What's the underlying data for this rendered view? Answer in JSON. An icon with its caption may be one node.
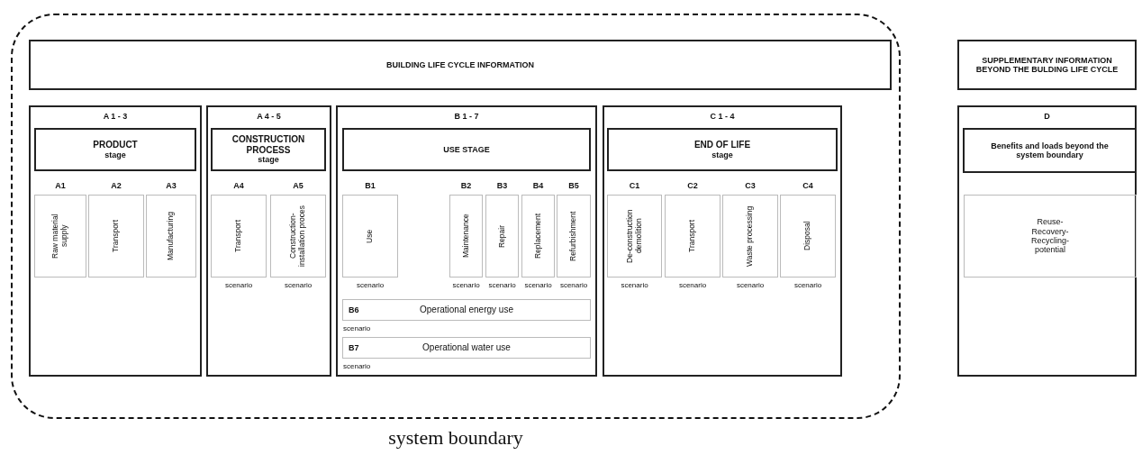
{
  "diagram": {
    "nodes": [
      {
        "text": [
          "system boundary"
        ]
      },
      {
        "text": [
          "BUILDING LIFE CYCLE INFORMATION"
        ],
        "in": 0
      },
      {
        "text": [
          "A 1 - 3"
        ],
        "in": 0
      },
      {
        "text": [
          "PRODUCT",
          "stage"
        ],
        "in": 2
      },
      {
        "text": [
          "A1",
          "Raw material supply"
        ],
        "in": 2
      },
      {
        "text": [
          "A2",
          "Transport"
        ],
        "in": 2
      },
      {
        "text": [
          "A3",
          "Manufacturing"
        ],
        "in": 2
      },
      {
        "text": [
          "A 4 - 5"
        ],
        "in": 0
      },
      {
        "text": [
          "CONSTRUCTION PROCESS",
          "stage"
        ],
        "in": 7
      },
      {
        "text": [
          "A4",
          "Transport"
        ],
        "beside": [
          "scenario"
        ],
        "in": 7
      },
      {
        "text": [
          "A5",
          "Construction- installation proces"
        ],
        "beside": [
          "scenario"
        ],
        "in": 7
      },
      {
        "text": [
          "B 1 - 7"
        ],
        "in": 0
      },
      {
        "text": [
          "USE STAGE"
        ],
        "in": 11
      },
      {
        "text": [
          "B1",
          "Use"
        ],
        "beside": [
          "scenario"
        ],
        "in": 11
      },
      {
        "text": [
          "B2",
          "Maintenance"
        ],
        "beside": [
          "scenario"
        ],
        "in": 11
      },
      {
        "text": [
          "B3",
          "Repair"
        ],
        "beside": [
          "scenario"
        ],
        "in": 11
      },
      {
        "text": [
          "B4",
          "Replacement"
        ],
        "beside": [
          "scenario"
        ],
        "in": 11
      },
      {
        "text": [
          "B5",
          "Refurbishment"
        ],
        "beside": [
          "scenario"
        ],
        "in": 11
      },
      {
        "text": [
          "B6",
          "Operational energy use"
        ],
        "beside": [
          "scenario"
        ],
        "in": 11
      },
      {
        "text": [
          "B7",
          "Operational water use"
        ],
        "beside": [
          "scenario"
        ],
        "in": 11
      },
      {
        "text": [
          "C 1 - 4"
        ],
        "in": 0
      },
      {
        "text": [
          "END OF LIFE",
          "stage"
        ],
        "in": 20
      },
      {
        "text": [
          "C1",
          "De-construction demolition"
        ],
        "beside": [
          "scenario"
        ],
        "in": 20
      },
      {
        "text": [
          "C2",
          "Transport"
        ],
        "beside": [
          "scenario"
        ],
        "in": 20
      },
      {
        "text": [
          "C3",
          "Waste processing"
        ],
        "beside": [
          "scenario"
        ],
        "in": 20
      },
      {
        "text": [
          "C4",
          "Disposal"
        ],
        "beside": [
          "scenario"
        ],
        "in": 20
      },
      {
        "text": [
          "SUPPLEMENTARY INFORMATION BEYOND THE BULDING LIFE CYCLE"
        ]
      },
      {
        "text": [
          "D"
        ]
      },
      {
        "text": [
          "Benefits and loads beyond the system boundary"
        ],
        "in": 27
      },
      {
        "text": [
          "Reuse- Recovery- Recycling- potential"
        ],
        "in": 27
      }
    ]
  }
}
